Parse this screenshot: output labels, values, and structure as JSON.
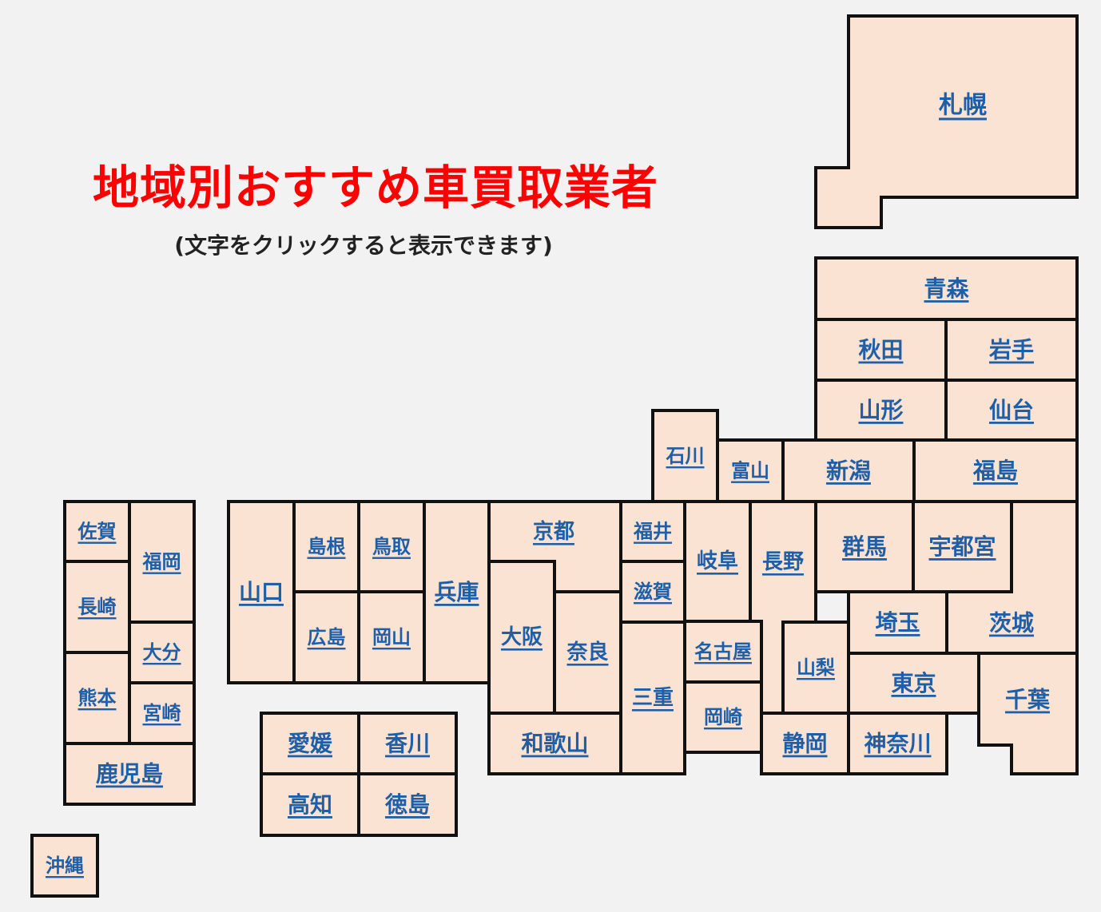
{
  "heading": {
    "title": "地域別おすすめ車買取業者",
    "subtitle": "(文字をクリックすると表示できます)"
  },
  "colors": {
    "fill": "#fbe3d4",
    "border": "#111111",
    "link": "#1f5fa8",
    "title": "#ff0000",
    "background": "#f2f2f2"
  },
  "regions": [
    {
      "id": "sapporo",
      "label": "札幌"
    },
    {
      "id": "aomori",
      "label": "青森"
    },
    {
      "id": "akita",
      "label": "秋田"
    },
    {
      "id": "iwate",
      "label": "岩手"
    },
    {
      "id": "yamagata",
      "label": "山形"
    },
    {
      "id": "sendai",
      "label": "仙台"
    },
    {
      "id": "ishikawa",
      "label": "石川"
    },
    {
      "id": "toyama",
      "label": "富山"
    },
    {
      "id": "niigata",
      "label": "新潟"
    },
    {
      "id": "fukushima",
      "label": "福島"
    },
    {
      "id": "fukui",
      "label": "福井"
    },
    {
      "id": "shiga",
      "label": "滋賀"
    },
    {
      "id": "gifu",
      "label": "岐阜"
    },
    {
      "id": "nagano",
      "label": "長野"
    },
    {
      "id": "gunma",
      "label": "群馬"
    },
    {
      "id": "utsunomiya",
      "label": "宇都宮"
    },
    {
      "id": "saitama",
      "label": "埼玉"
    },
    {
      "id": "ibaraki",
      "label": "茨城"
    },
    {
      "id": "yamanashi",
      "label": "山梨"
    },
    {
      "id": "tokyo",
      "label": "東京"
    },
    {
      "id": "chiba",
      "label": "千葉"
    },
    {
      "id": "shizuoka",
      "label": "静岡"
    },
    {
      "id": "kanagawa",
      "label": "神奈川"
    },
    {
      "id": "nagoya",
      "label": "名古屋"
    },
    {
      "id": "okazaki",
      "label": "岡崎"
    },
    {
      "id": "mie",
      "label": "三重"
    },
    {
      "id": "kyoto",
      "label": "京都"
    },
    {
      "id": "osaka",
      "label": "大阪"
    },
    {
      "id": "nara",
      "label": "奈良"
    },
    {
      "id": "wakayama",
      "label": "和歌山"
    },
    {
      "id": "hyogo",
      "label": "兵庫"
    },
    {
      "id": "tottori",
      "label": "鳥取"
    },
    {
      "id": "okayama",
      "label": "岡山"
    },
    {
      "id": "shimane",
      "label": "島根"
    },
    {
      "id": "hiroshima",
      "label": "広島"
    },
    {
      "id": "yamaguchi",
      "label": "山口"
    },
    {
      "id": "ehime",
      "label": "愛媛"
    },
    {
      "id": "kagawa",
      "label": "香川"
    },
    {
      "id": "kochi",
      "label": "高知"
    },
    {
      "id": "tokushima",
      "label": "徳島"
    },
    {
      "id": "saga",
      "label": "佐賀"
    },
    {
      "id": "fukuoka",
      "label": "福岡"
    },
    {
      "id": "nagasaki",
      "label": "長崎"
    },
    {
      "id": "oita",
      "label": "大分"
    },
    {
      "id": "kumamoto",
      "label": "熊本"
    },
    {
      "id": "miyazaki",
      "label": "宮崎"
    },
    {
      "id": "kagoshima",
      "label": "鹿児島"
    },
    {
      "id": "okinawa",
      "label": "沖縄"
    }
  ]
}
